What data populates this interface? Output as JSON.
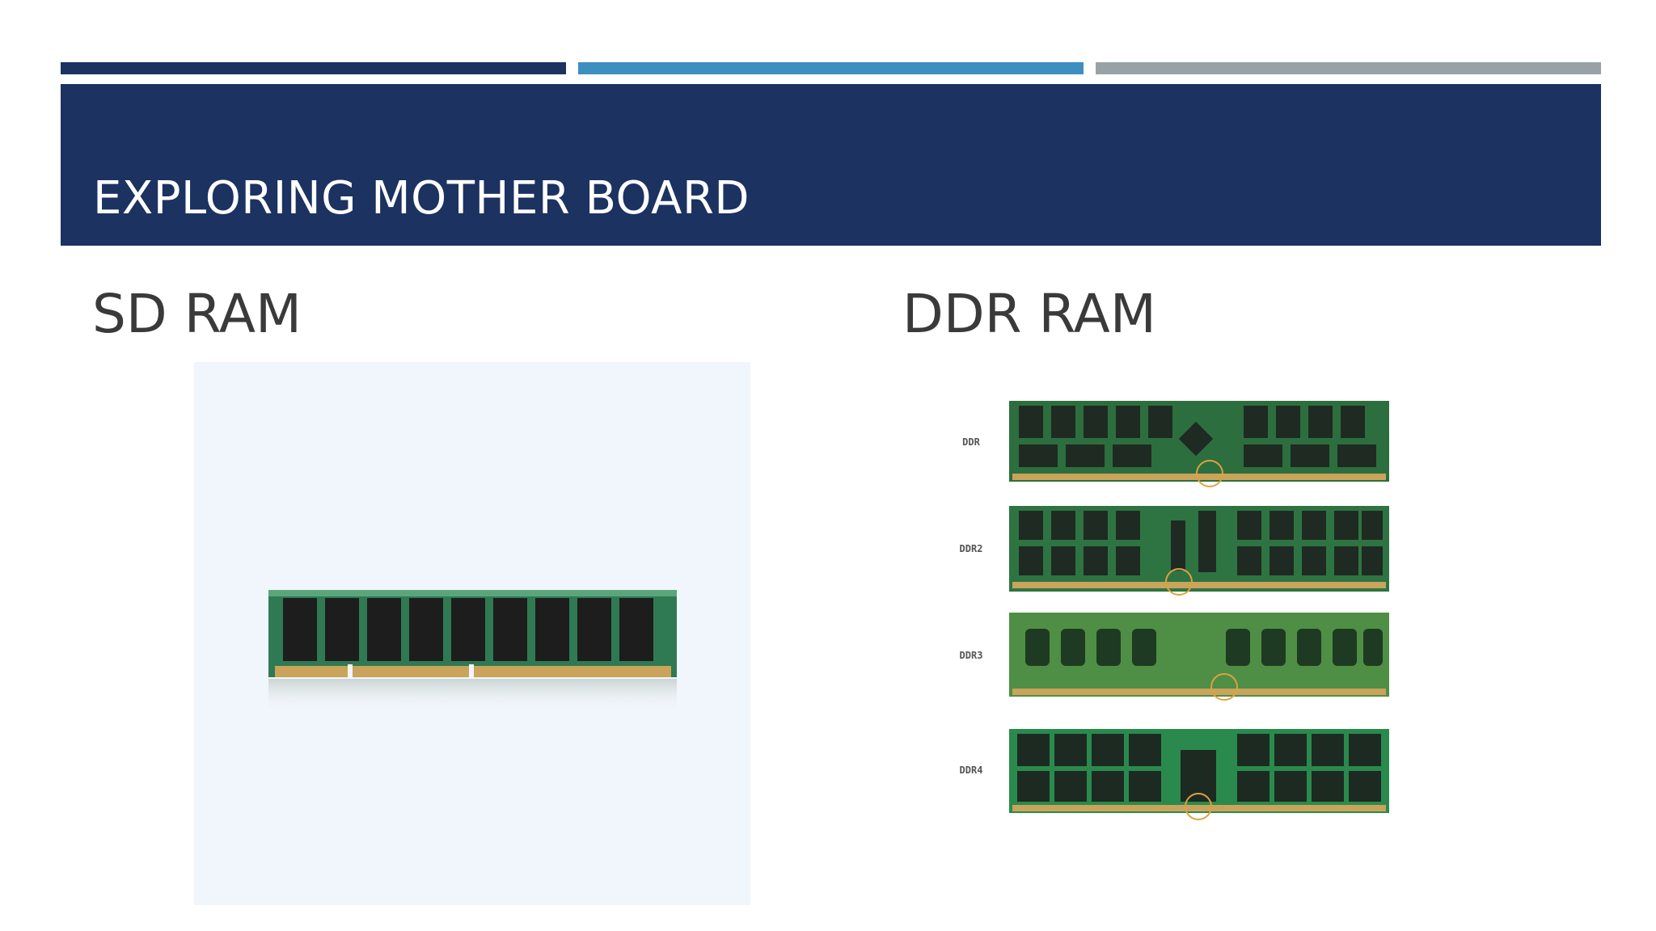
{
  "slide": {
    "title": "EXPLORING MOTHER BOARD",
    "accent_colors": [
      "#1c3260",
      "#3d8fc0",
      "#9aa1a5"
    ],
    "band_color": "#1c3260"
  },
  "left": {
    "heading": "SD RAM",
    "image": "sdram-module-photo"
  },
  "right": {
    "heading": "DDR RAM",
    "image": "ddr-generations-photo",
    "modules": [
      {
        "label": "DDR"
      },
      {
        "label": "DDR2"
      },
      {
        "label": "DDR3"
      },
      {
        "label": "DDR4"
      }
    ]
  }
}
